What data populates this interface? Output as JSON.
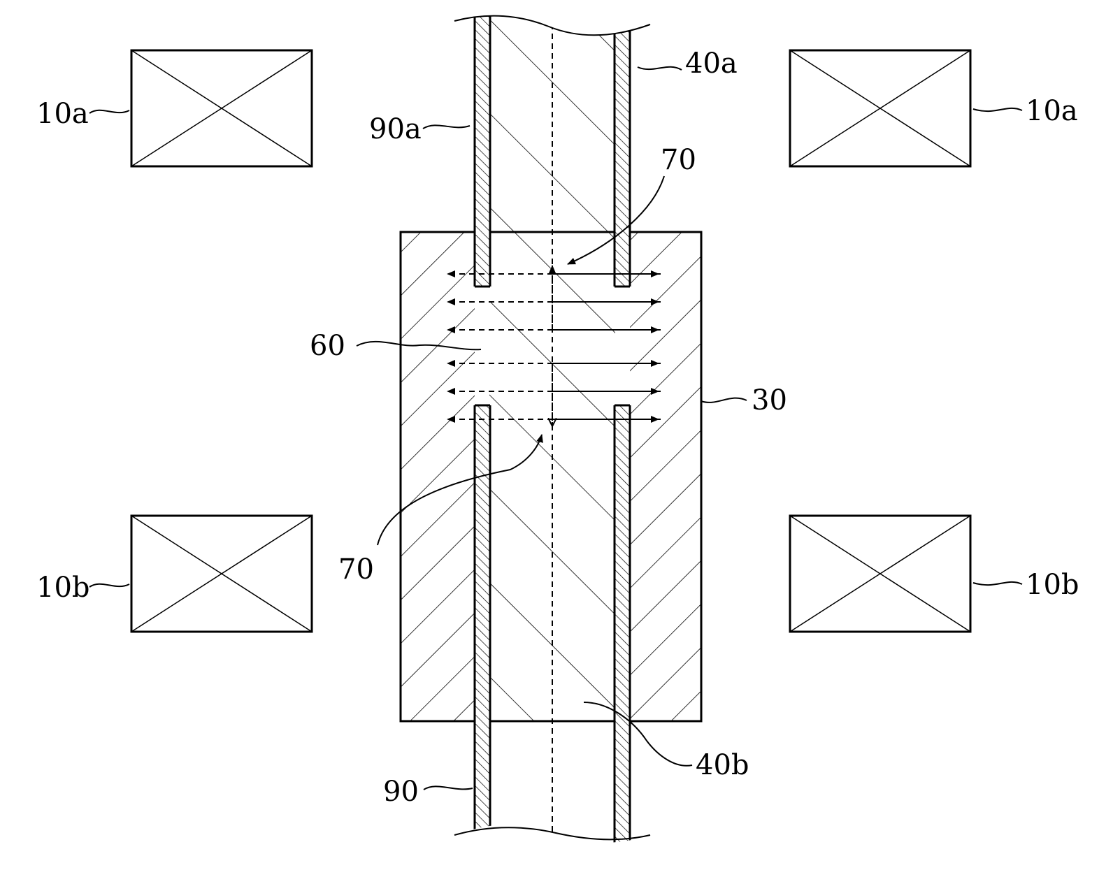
{
  "labels": {
    "coil_upper_left": "10a",
    "coil_upper_right": "10a",
    "coil_lower_left": "10b",
    "coil_lower_right": "10b",
    "sleeve_upper": "90a",
    "sleeve_lower": "90",
    "core_upper": "40a",
    "core_lower": "40b",
    "outer_body": "30",
    "gap": "60",
    "flux_upper": "70",
    "flux_lower": "70"
  }
}
